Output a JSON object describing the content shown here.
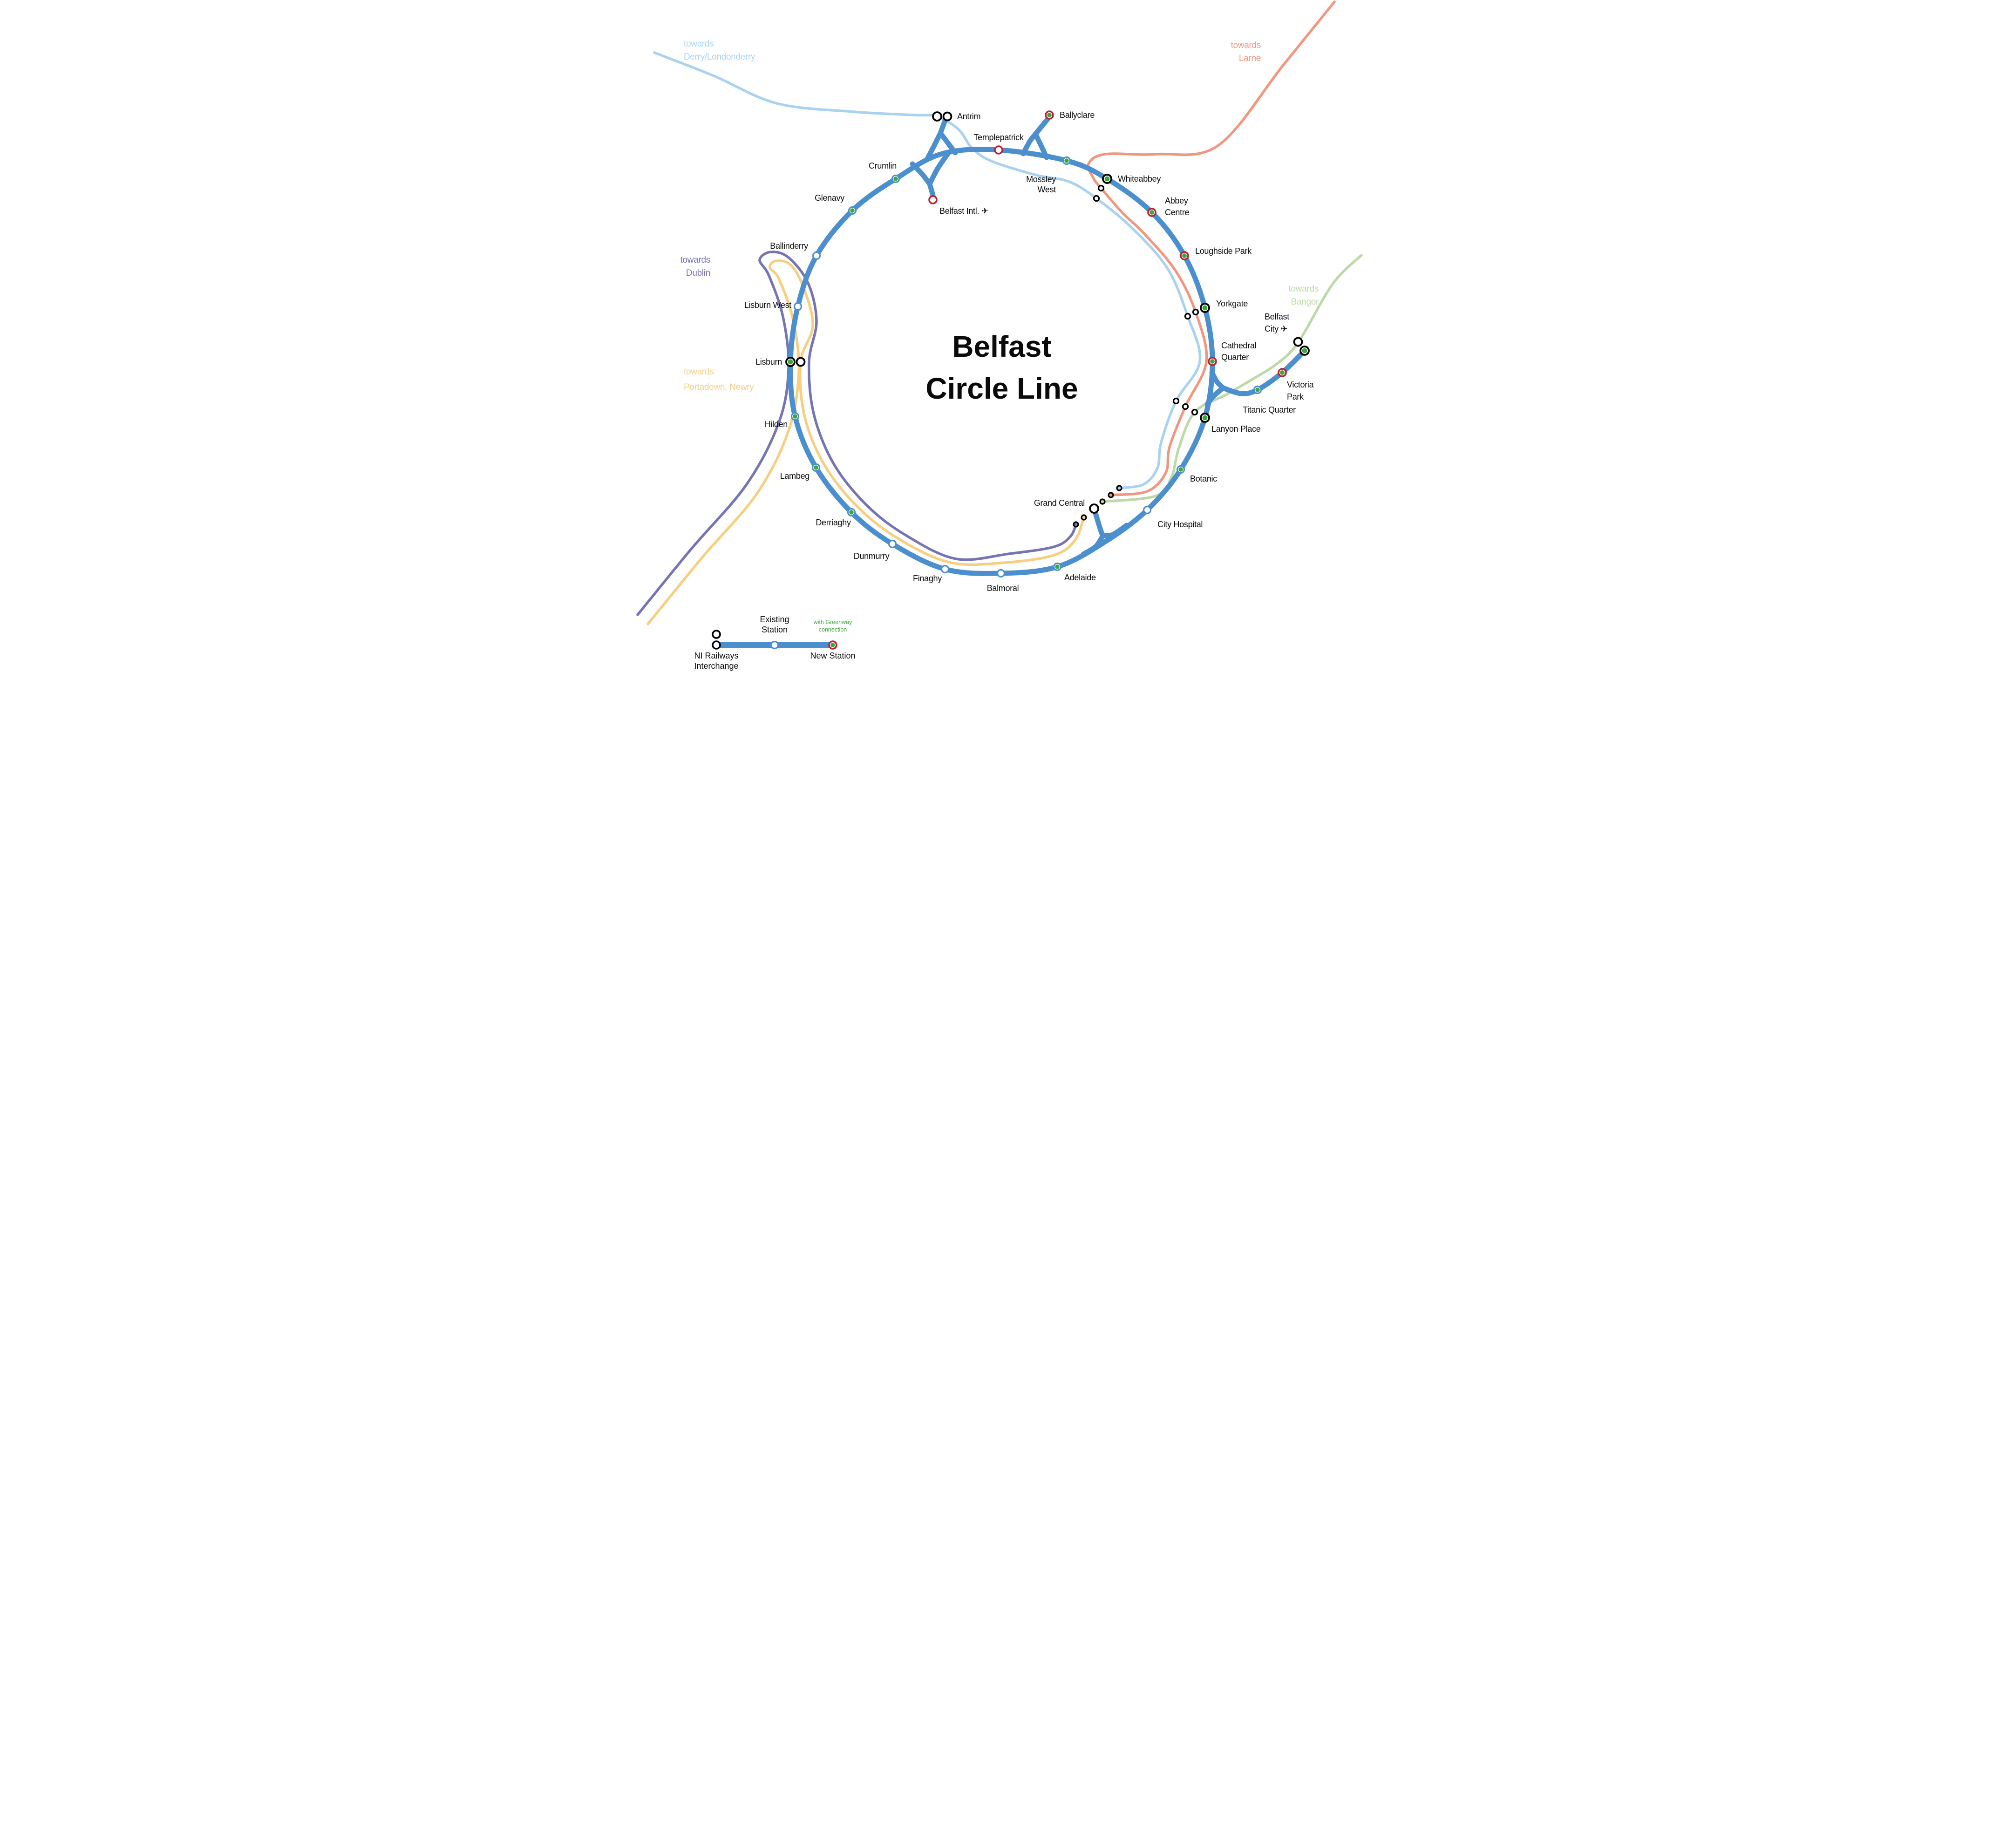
{
  "title": {
    "line1": "Belfast",
    "line2": "Circle Line"
  },
  "colors": {
    "mainline": "#4B8FCE",
    "derry": "#A9D2F0",
    "larne": "#F29680",
    "bangor": "#BCDAA6",
    "dublin": "#7674B4",
    "portadown": "#F8CE80",
    "greenway": "#39A839",
    "new_station": "#C01F2F",
    "interchange": "#000000",
    "label_text": "#0A0A0A"
  },
  "lines": [
    {
      "id": "main",
      "name": "Belfast Circle Line"
    },
    {
      "id": "derry",
      "name": "towards Derry/Londonderry"
    },
    {
      "id": "larne",
      "name": "towards Larne"
    },
    {
      "id": "bangor",
      "name": "towards Bangor"
    },
    {
      "id": "dublin",
      "name": "towards Dublin"
    },
    {
      "id": "portadown",
      "name": "towards Portadown, Newry"
    }
  ],
  "terminus_labels": [
    {
      "id": "derry",
      "lines": [
        "towards",
        "Derry/Londonderry"
      ],
      "color": "derry"
    },
    {
      "id": "larne",
      "lines": [
        "towards",
        "Larne"
      ],
      "color": "larne"
    },
    {
      "id": "bangor",
      "lines": [
        "towards",
        "Bangor"
      ],
      "color": "bangor"
    },
    {
      "id": "dublin",
      "lines": [
        "towards",
        "Dublin"
      ],
      "color": "dublin"
    },
    {
      "id": "portadown",
      "lines": [
        "towards",
        "Portadown, Newry"
      ],
      "color": "portadown"
    }
  ],
  "stations": [
    {
      "id": "antrim",
      "name": "Antrim",
      "label_lines": [
        "Antrim"
      ],
      "type": "interchange",
      "greenway": false
    },
    {
      "id": "templepatrick",
      "name": "Templepatrick",
      "label_lines": [
        "Templepatrick"
      ],
      "type": "new",
      "greenway": false
    },
    {
      "id": "ballyclare",
      "name": "Ballyclare",
      "label_lines": [
        "Ballyclare"
      ],
      "type": "new",
      "greenway": true
    },
    {
      "id": "mossleywest",
      "name": "Mossley West",
      "label_lines": [
        "Mossley",
        "West"
      ],
      "type": "existing",
      "greenway": true
    },
    {
      "id": "whiteabbey",
      "name": "Whiteabbey",
      "label_lines": [
        "Whiteabbey"
      ],
      "type": "interchange",
      "greenway": true
    },
    {
      "id": "abbeycentre",
      "name": "Abbey Centre",
      "label_lines": [
        "Abbey",
        "Centre"
      ],
      "type": "new",
      "greenway": true
    },
    {
      "id": "loughsidepark",
      "name": "Loughside Park",
      "label_lines": [
        "Loughside Park"
      ],
      "type": "new",
      "greenway": true
    },
    {
      "id": "yorkgate",
      "name": "Yorkgate",
      "label_lines": [
        "Yorkgate"
      ],
      "type": "interchange",
      "greenway": true
    },
    {
      "id": "cathedralquarter",
      "name": "Cathedral Quarter",
      "label_lines": [
        "Cathedral",
        "Quarter"
      ],
      "type": "new",
      "greenway": true
    },
    {
      "id": "belfastcity",
      "name": "Belfast City ✈",
      "label_lines": [
        "Belfast",
        "City ✈"
      ],
      "type": "interchange",
      "greenway": true
    },
    {
      "id": "victoriapark",
      "name": "Victoria Park",
      "label_lines": [
        "Victoria",
        "Park"
      ],
      "type": "new",
      "greenway": true
    },
    {
      "id": "titanicquarter",
      "name": "Titanic Quarter",
      "label_lines": [
        "Titanic Quarter"
      ],
      "type": "existing",
      "greenway": true
    },
    {
      "id": "lanyonplace",
      "name": "Lanyon Place",
      "label_lines": [
        "Lanyon Place"
      ],
      "type": "interchange",
      "greenway": true
    },
    {
      "id": "botanic",
      "name": "Botanic",
      "label_lines": [
        "Botanic"
      ],
      "type": "existing",
      "greenway": true
    },
    {
      "id": "cityhospital",
      "name": "City Hospital",
      "label_lines": [
        "City Hospital"
      ],
      "type": "existing",
      "greenway": false
    },
    {
      "id": "grandcentral",
      "name": "Grand Central",
      "label_lines": [
        "Grand Central"
      ],
      "type": "interchange",
      "greenway": false
    },
    {
      "id": "adelaide",
      "name": "Adelaide",
      "label_lines": [
        "Adelaide"
      ],
      "type": "existing",
      "greenway": true
    },
    {
      "id": "balmoral",
      "name": "Balmoral",
      "label_lines": [
        "Balmoral"
      ],
      "type": "existing",
      "greenway": false
    },
    {
      "id": "finaghy",
      "name": "Finaghy",
      "label_lines": [
        "Finaghy"
      ],
      "type": "existing",
      "greenway": false
    },
    {
      "id": "dunmurry",
      "name": "Dunmurry",
      "label_lines": [
        "Dunmurry"
      ],
      "type": "existing",
      "greenway": false
    },
    {
      "id": "derriaghy",
      "name": "Derriaghy",
      "label_lines": [
        "Derriaghy"
      ],
      "type": "existing",
      "greenway": true
    },
    {
      "id": "lambeg",
      "name": "Lambeg",
      "label_lines": [
        "Lambeg"
      ],
      "type": "existing",
      "greenway": true
    },
    {
      "id": "hilden",
      "name": "Hilden",
      "label_lines": [
        "Hilden"
      ],
      "type": "existing",
      "greenway": true
    },
    {
      "id": "lisburn",
      "name": "Lisburn",
      "label_lines": [
        "Lisburn"
      ],
      "type": "interchange",
      "greenway": true
    },
    {
      "id": "lisburnwest",
      "name": "Lisburn West",
      "label_lines": [
        "Lisburn West"
      ],
      "type": "existing",
      "greenway": false
    },
    {
      "id": "ballinderry",
      "name": "Ballinderry",
      "label_lines": [
        "Ballinderry"
      ],
      "type": "existing",
      "greenway": false
    },
    {
      "id": "glenavy",
      "name": "Glenavy",
      "label_lines": [
        "Glenavy"
      ],
      "type": "existing",
      "greenway": true
    },
    {
      "id": "crumlin",
      "name": "Crumlin",
      "label_lines": [
        "Crumlin"
      ],
      "type": "existing",
      "greenway": true
    },
    {
      "id": "belfastintl",
      "name": "Belfast Intl. ✈",
      "label_lines": [
        "Belfast Intl. ✈"
      ],
      "type": "new",
      "greenway": false
    }
  ],
  "legend": {
    "interchange_label": [
      "NI Railways",
      "Interchange"
    ],
    "existing_label": [
      "Existing",
      "Station"
    ],
    "new_label": "New Station",
    "greenway_note": [
      "with Greenway",
      "connection"
    ]
  }
}
